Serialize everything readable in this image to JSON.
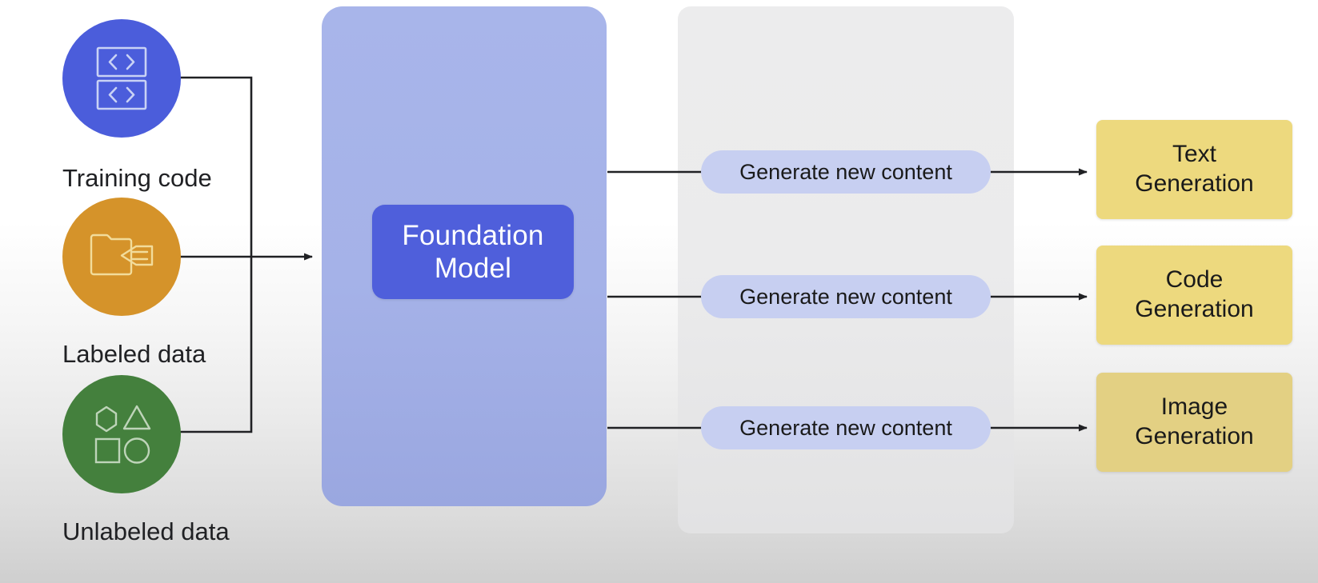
{
  "diagram": {
    "title": "Foundation Model generative AI flow",
    "colors": {
      "code_circle": "#4b5ddb",
      "labeled_circle": "#d5932a",
      "unlabeled_circle": "#44803d",
      "foundation_panel": "#a8b5ea",
      "foundation_box": "#4f5fdb",
      "grey_panel": "#ecedee",
      "pill": "#c7cff1",
      "output_box": "#edd97e",
      "connector": "#202124"
    }
  },
  "sources": [
    {
      "id": "training-code",
      "label": "Training code",
      "icon": "code-brackets-icon",
      "color": "#4b5ddb"
    },
    {
      "id": "labeled-data",
      "label": "Labeled data",
      "icon": "folder-tag-icon",
      "color": "#d5932a"
    },
    {
      "id": "unlabeled-data",
      "label": "Unlabeled data",
      "icon": "shapes-icon",
      "color": "#44803d"
    }
  ],
  "model": {
    "panel_name": "foundation-model-panel",
    "label_line1": "Foundation",
    "label_line2": "Model"
  },
  "pills": [
    {
      "id": "generate-1",
      "label": "Generate new content"
    },
    {
      "id": "generate-2",
      "label": "Generate new content"
    },
    {
      "id": "generate-3",
      "label": "Generate new content"
    }
  ],
  "outputs": [
    {
      "id": "text-generation",
      "line1": "Text",
      "line2": "Generation",
      "color": "#edd97e"
    },
    {
      "id": "code-generation",
      "line1": "Code",
      "line2": "Generation",
      "color": "#edd97e"
    },
    {
      "id": "image-generation",
      "line1": "Image",
      "line2": "Generation",
      "color": "#e3d083"
    }
  ]
}
